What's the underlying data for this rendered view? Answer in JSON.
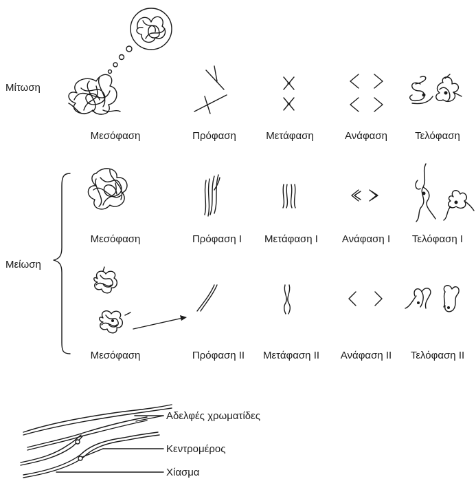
{
  "labels": {
    "mitosis": "Μίτωση",
    "meiosis": "Μείωση",
    "mitosis_row": [
      "Μεσόφαση",
      "Πρόφαση",
      "Μετάφαση",
      "Ανάφαση",
      "Τελόφαση"
    ],
    "meiosis1_row": [
      "Μεσόφαση",
      "Πρόφαση I",
      "Μετάφαση I",
      "Ανάφαση I",
      "Τελόφαση I"
    ],
    "meiosis2_row": [
      "Μεσόφαση",
      "Πρόφαση II",
      "Μετάφαση II",
      "Ανάφαση II",
      "Τελόφαση II"
    ]
  },
  "legend": {
    "sister_chromatids": "Αδελφές χρωματίδες",
    "centromere": "Κεντρομέρος",
    "chiasma": "Χίασμα"
  }
}
